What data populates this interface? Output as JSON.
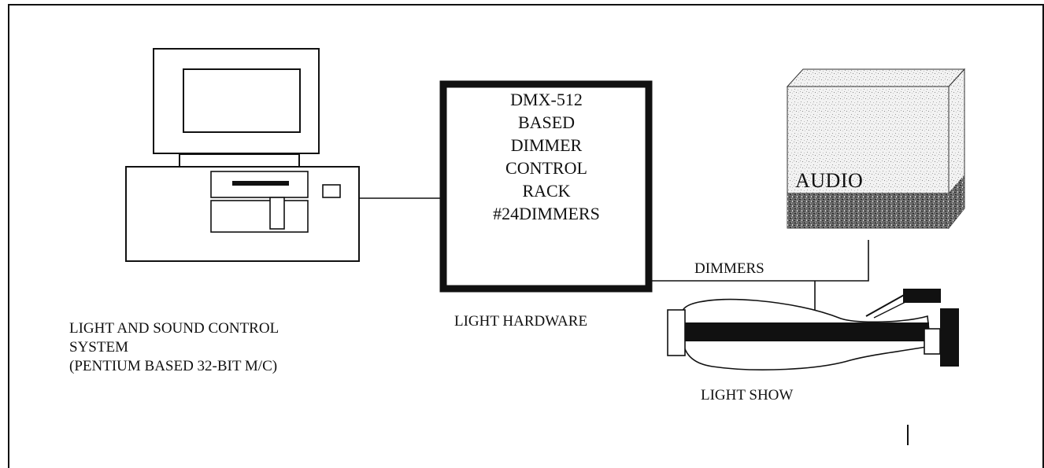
{
  "rack": {
    "lines": [
      "DMX-512",
      "BASED",
      "DIMMER",
      "CONTROL",
      "RACK",
      "#24DIMMERS"
    ]
  },
  "labels": {
    "audio": "AUDIO",
    "dimmers": "DIMMERS",
    "light_hardware": "LIGHT HARDWARE",
    "light_show": "LIGHT SHOW",
    "system_line1": "LIGHT AND SOUND CONTROL",
    "system_line2": "SYSTEM",
    "system_line3": "(PENTIUM BASED 32-BIT M/C)"
  },
  "colors": {
    "ink": "#111111",
    "background": "#ffffff"
  }
}
